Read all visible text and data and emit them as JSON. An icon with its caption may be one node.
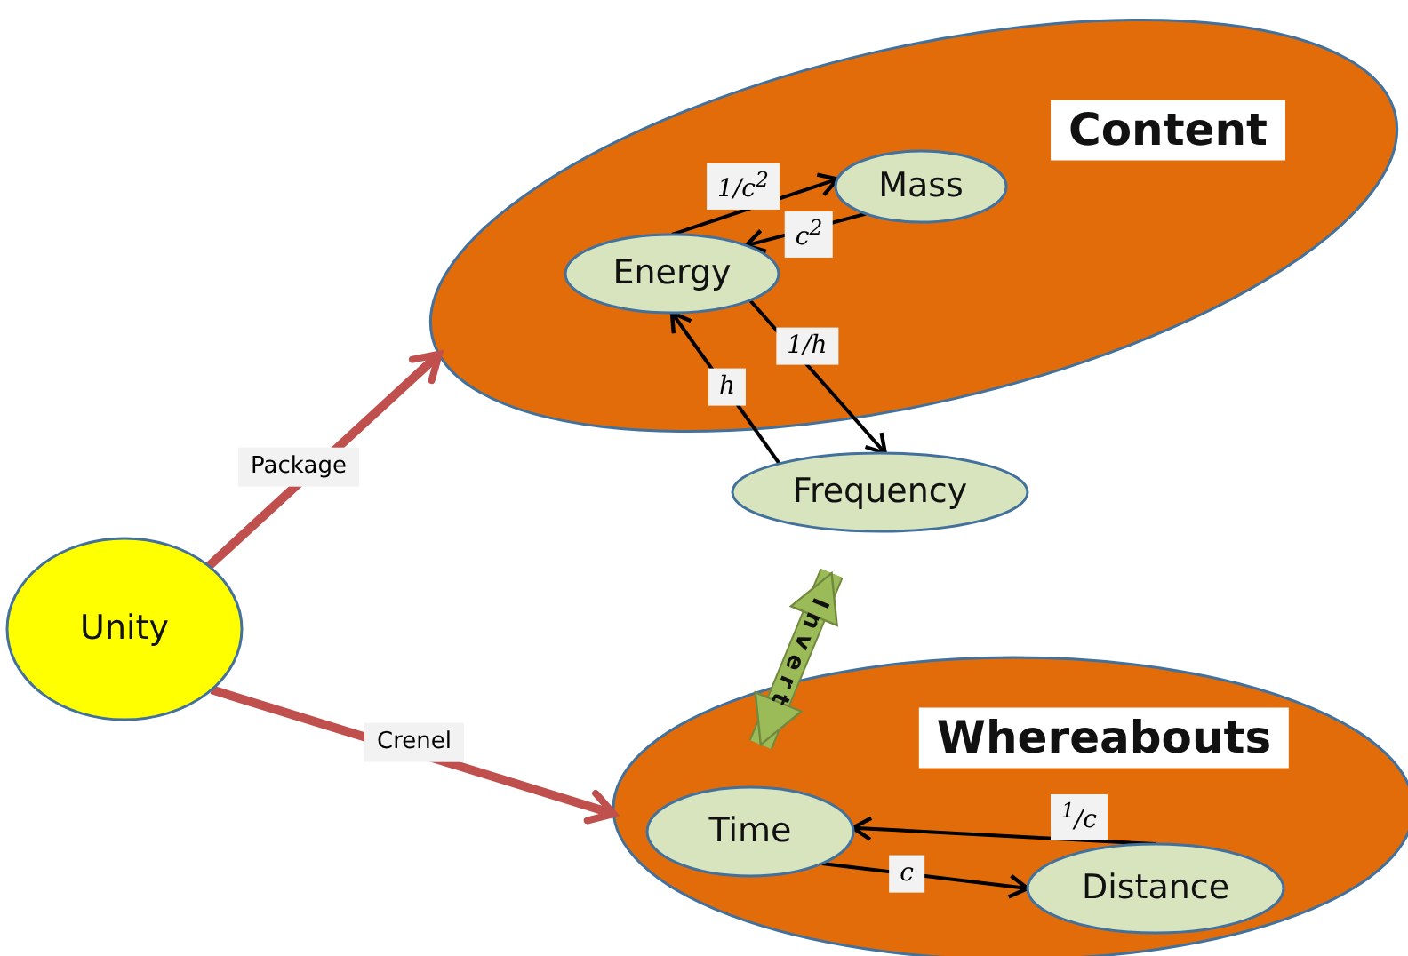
{
  "diagram": {
    "nodes": [
      {
        "text": [
          "Unity"
        ]
      },
      {
        "text": [
          "Content"
        ]
      },
      {
        "text": [
          "Mass"
        ],
        "in": 1
      },
      {
        "text": [
          "Energy"
        ],
        "in": 1
      },
      {
        "text": [
          "Frequency"
        ]
      },
      {
        "text": [
          "Whereabouts"
        ]
      },
      {
        "text": [
          "Time"
        ],
        "in": 5
      },
      {
        "text": [
          "Distance"
        ],
        "in": 5
      }
    ],
    "edges": [
      {
        "from": 0,
        "to": 1,
        "arrow": "to",
        "label": "Package",
        "style": "thick",
        "color": "#c0504d"
      },
      {
        "from": 0,
        "to": 5,
        "arrow": "to",
        "label": "Crenel",
        "style": "thick",
        "color": "#c0504d"
      },
      {
        "from": 3,
        "to": 2,
        "arrow": "to",
        "label": "1/c$^{2}$"
      },
      {
        "from": 2,
        "to": 3,
        "arrow": "to",
        "label": "c$^{2}$"
      },
      {
        "from": 4,
        "to": 3,
        "arrow": "to",
        "label": "h"
      },
      {
        "from": 3,
        "to": 4,
        "arrow": "to",
        "label": "1/h"
      },
      {
        "from": 4,
        "to": 6,
        "arrow": "both",
        "label": "Invert",
        "style": "thick",
        "color": "#9bbb59"
      },
      {
        "from": 7,
        "to": 6,
        "arrow": "to",
        "label": "$^{1}$/c"
      },
      {
        "from": 6,
        "to": 7,
        "arrow": "to",
        "label": "c"
      }
    ]
  }
}
